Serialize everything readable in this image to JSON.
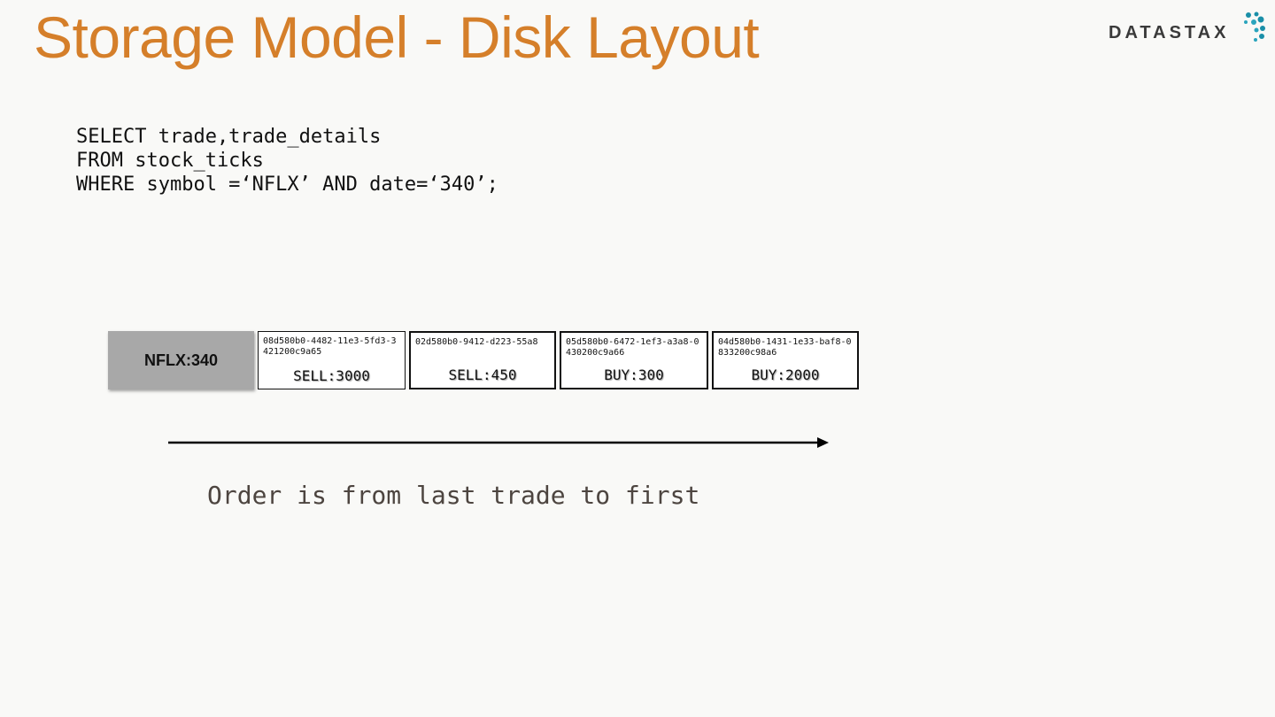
{
  "title": "Storage Model - Disk Layout",
  "logo": {
    "text": "DATASTAX",
    "icon": "datastax-dots-icon",
    "accent": "#1a8fa8"
  },
  "query": {
    "line1": "SELECT trade,trade_details",
    "line2": "FROM stock_ticks",
    "line3": "WHERE symbol =‘NFLX’ AND date=‘340’;"
  },
  "partition_key": "NFLX:340",
  "cells": [
    {
      "uuid": "08d580b0-4482-11e3-5fd3-3421200c9a65",
      "value": "SELL:3000"
    },
    {
      "uuid": "02d580b0-9412-d223-55a8",
      "value": "SELL:450"
    },
    {
      "uuid": "05d580b0-6472-1ef3-a3a8-0430200c9a66",
      "value": "BUY:300"
    },
    {
      "uuid": "04d580b0-1431-1e33-baf8-0833200c98a6",
      "value": "BUY:2000"
    }
  ],
  "caption": "Order is from last trade to first",
  "colors": {
    "title": "#d57f2a",
    "key_cell": "#a8a8a8",
    "caption": "#4d4540"
  }
}
